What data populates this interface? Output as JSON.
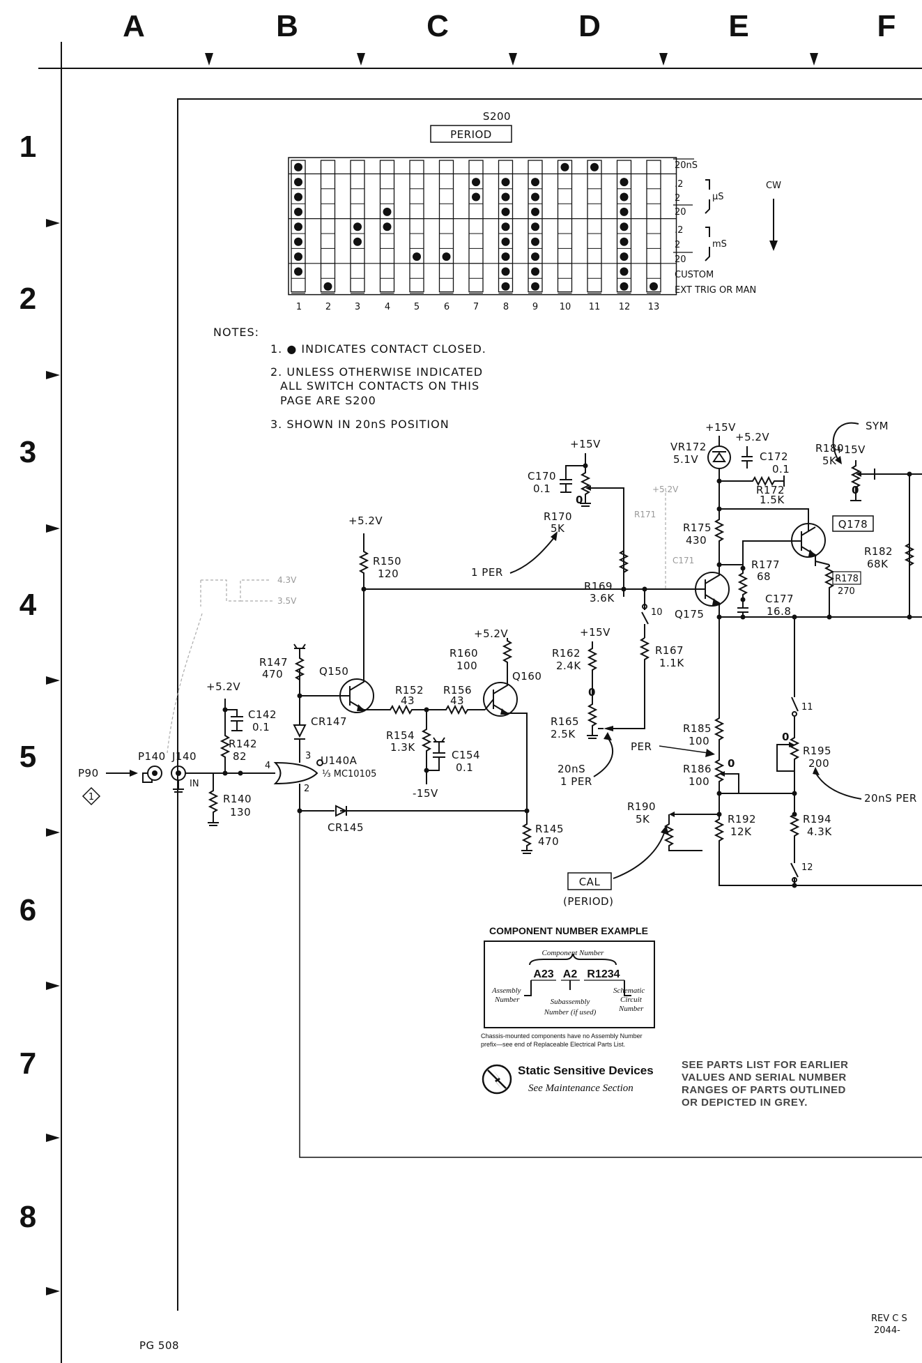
{
  "grid": {
    "columns": [
      "A",
      "B",
      "C",
      "D",
      "E",
      "F"
    ],
    "rows": [
      "1",
      "2",
      "3",
      "4",
      "5",
      "6",
      "7",
      "8"
    ]
  },
  "switch_table": {
    "title": "S200",
    "subtitle": "PERIOD",
    "col_numbers": [
      "1",
      "2",
      "3",
      "4",
      "5",
      "6",
      "7",
      "8",
      "9",
      "10",
      "11",
      "12",
      "13"
    ],
    "row_labels": [
      "20nS",
      ".2",
      "2",
      "20",
      ".2",
      "2",
      "20",
      "CUSTOM",
      "EXT TRIG OR MAN"
    ],
    "unit_us": "µS",
    "unit_ms": "mS",
    "direction": "CW",
    "closed": [
      [
        1,
        1,
        1,
        1,
        1,
        1,
        1,
        1,
        0
      ],
      [
        0,
        0,
        0,
        0,
        0,
        0,
        0,
        0,
        1
      ],
      [
        0,
        0,
        0,
        0,
        1,
        1,
        0,
        0,
        0
      ],
      [
        0,
        0,
        0,
        1,
        1,
        0,
        0,
        0,
        0
      ],
      [
        0,
        0,
        0,
        0,
        0,
        0,
        1,
        0,
        0
      ],
      [
        0,
        0,
        0,
        0,
        0,
        0,
        1,
        0,
        0
      ],
      [
        0,
        1,
        1,
        0,
        0,
        0,
        0,
        0,
        0
      ],
      [
        0,
        1,
        1,
        1,
        1,
        1,
        1,
        1,
        1
      ],
      [
        0,
        1,
        1,
        1,
        1,
        1,
        1,
        1,
        1
      ],
      [
        1,
        0,
        0,
        0,
        0,
        0,
        0,
        0,
        0
      ],
      [
        1,
        0,
        0,
        0,
        0,
        0,
        0,
        0,
        0
      ],
      [
        0,
        1,
        1,
        1,
        1,
        1,
        1,
        1,
        1
      ],
      [
        0,
        0,
        0,
        0,
        0,
        0,
        0,
        0,
        1
      ]
    ]
  },
  "notes": {
    "heading": "NOTES:",
    "n1": "1. ● INDICATES CONTACT CLOSED.",
    "n2a": "2. UNLESS OTHERWISE INDICATED",
    "n2b": "ALL SWITCH CONTACTS ON THIS",
    "n2c": "PAGE ARE S200",
    "n3": "3. SHOWN IN 20nS POSITION"
  },
  "labels": {
    "p90": "P90",
    "p90_num": "1",
    "p140": "P140",
    "j140": "J140",
    "in": "IN",
    "v52": "+5.2V",
    "v15": "+15V",
    "vm15": "-15V",
    "r140": "R140",
    "r140v": "130",
    "r142": "R142",
    "r142v": "82",
    "c142": "C142",
    "c142v": "0.1",
    "r147": "R147",
    "r147v": "470",
    "cr147": "CR147",
    "cr145": "CR145",
    "u140a": "U140A",
    "u140a_part": "⅓ MC10105",
    "pin3": "3",
    "pin4": "4",
    "pin2": "2",
    "q150": "Q150",
    "r150": "R150",
    "r150v": "120",
    "r152": "R152",
    "r152v": "43",
    "r154": "R154",
    "r154v": "1.3K",
    "c154": "C154",
    "c154v": "0.1",
    "r156": "R156",
    "r156v": "43",
    "r160": "R160",
    "r160v": "100",
    "q160": "Q160",
    "r145": "R145",
    "r145v": "470",
    "c170": "C170",
    "c170v": "0.1",
    "r170": "R170",
    "r170v": "5K",
    "iper": "1 PER",
    "r169": "R169",
    "r169v": "3.6K",
    "r171": "R171",
    "c171": "C171",
    "r162": "R162",
    "r162v": "2.4K",
    "r165": "R165",
    "r165v": "2.5K",
    "r167": "R167",
    "r167v": "1.1K",
    "sw10": "10",
    "ns20a": "20nS",
    "ns20b": "1 PER",
    "per": "PER",
    "r185": "R185",
    "r185v": "100",
    "r186": "R186",
    "r186v": "100",
    "r190": "R190",
    "r190v": "5K",
    "r192": "R192",
    "r192v": "12K",
    "cal": "CAL",
    "cal_sub": "(PERIOD)",
    "vr172": "VR172",
    "vr172v": "5.1V",
    "c172": "C172",
    "c172v": "0.1",
    "r172": "R172",
    "r172v": "1.5K",
    "r180": "R180",
    "r180v": "5K",
    "sym": "SYM",
    "r175": "R175",
    "r175v": "430",
    "q178": "Q178",
    "r177": "R177",
    "r177v": "68",
    "c177": "C177",
    "c177v": "16.8",
    "r178": "R178",
    "r178v": "270",
    "r182": "R182",
    "r182v": "68K",
    "q175": "Q175",
    "sw11": "11",
    "r195": "R195",
    "r195v": "200",
    "ns20per": "20nS PER",
    "r194": "R194",
    "r194v": "4.3K",
    "sw12": "12",
    "grey43": "4.3V",
    "grey35": "3.5V",
    "grey52": "+5.2V"
  },
  "component_example": {
    "title": "COMPONENT NUMBER EXAMPLE",
    "header": "Component Number",
    "code_a": "A23",
    "code_b": "A2",
    "code_c": "R1234",
    "assembly": "Assembly",
    "number": "Number",
    "subassembly": "Subassembly",
    "if_used": "Number (if used)",
    "schematic": "Schematic",
    "circuit": "Circuit",
    "number2": "Number",
    "chassis1": "Chassis-mounted components have no Assembly Number",
    "chassis2": "prefix—see end of Replaceable Electrical Parts List."
  },
  "static": {
    "title": "Static Sensitive Devices",
    "sub": "See Maintenance Section"
  },
  "parts_note": {
    "l1": "SEE PARTS LIST FOR EARLIER",
    "l2": "VALUES AND SERIAL NUMBER",
    "l3": "RANGES OF PARTS OUTLINED",
    "l4": "OR DEPICTED IN GREY."
  },
  "footer": {
    "model": "PG 508",
    "rev": "REV C S",
    "num": "2044-"
  }
}
